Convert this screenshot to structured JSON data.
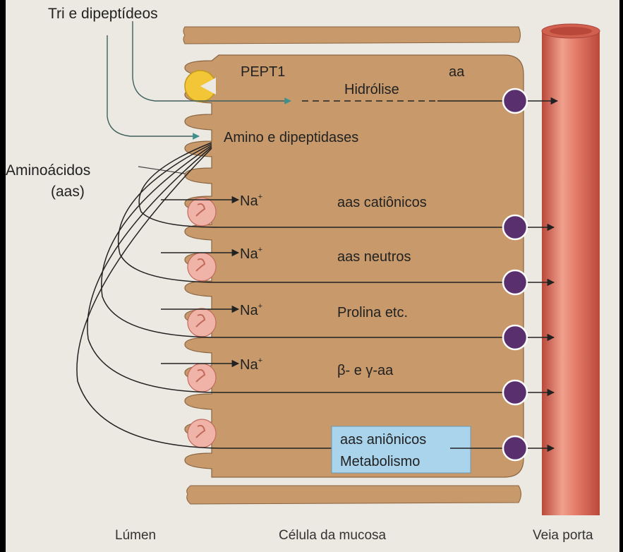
{
  "labels": {
    "tri_dipeptideos": "Tri e dipeptídeos",
    "pept1": "PEPT1",
    "aa": "aa",
    "hidrolise": "Hidrólise",
    "amino_dipeptidases": "Amino e dipeptidases",
    "aminoacidos": "Aminoácidos",
    "aas_paren": "(aas)",
    "na": "Na",
    "na_sup": "+",
    "cationicos": "aas catiônicos",
    "neutros": "aas neutros",
    "prolina": "Prolina etc.",
    "beta_gamma": "β- e γ-aa",
    "anionicos": "aas aniônicos",
    "metabolismo": "Metabolismo",
    "lumen": "Lúmen",
    "celula": "Célula da mucosa",
    "veia": "Veia porta"
  },
  "colors": {
    "cell": "#c7996b",
    "cell_edge": "#8a6440",
    "vein": "#e47a68",
    "vein_dark": "#b9483a",
    "light_bg": "#ece9e2",
    "pept1_transporter": "#f2c637",
    "na_transporter": "#f0b3a8",
    "exit_transporter": "#5a2f6e",
    "metabolism_box": "#a9d4ec",
    "arrow_teal": "#3f8f8f"
  }
}
